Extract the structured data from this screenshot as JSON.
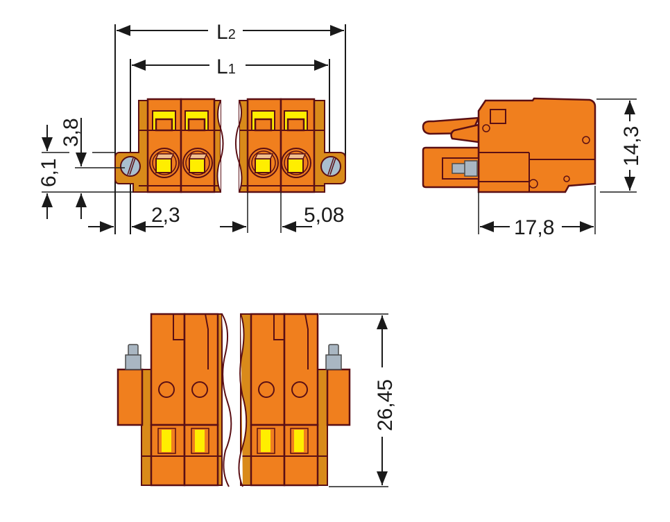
{
  "title": "Female connector with flanges – dimensional drawing",
  "views": {
    "front": {
      "dimensions": {
        "L2": {
          "main": "L",
          "sub": "2"
        },
        "L1": {
          "main": "L",
          "sub": "1"
        },
        "height_total": "6,1",
        "height_screw": "3,8",
        "flange_offset": "2,3",
        "pitch": "5,08"
      }
    },
    "side": {
      "dimensions": {
        "height": "14,3",
        "depth": "17,8"
      }
    },
    "top": {
      "dimensions": {
        "length": "26,45"
      }
    }
  },
  "colors": {
    "housing": "#f07f1e",
    "housing_shade": "#d98a1a",
    "outline": "#5a0f14",
    "actuator": "#ffee00",
    "screw": "#a9bfcf"
  }
}
